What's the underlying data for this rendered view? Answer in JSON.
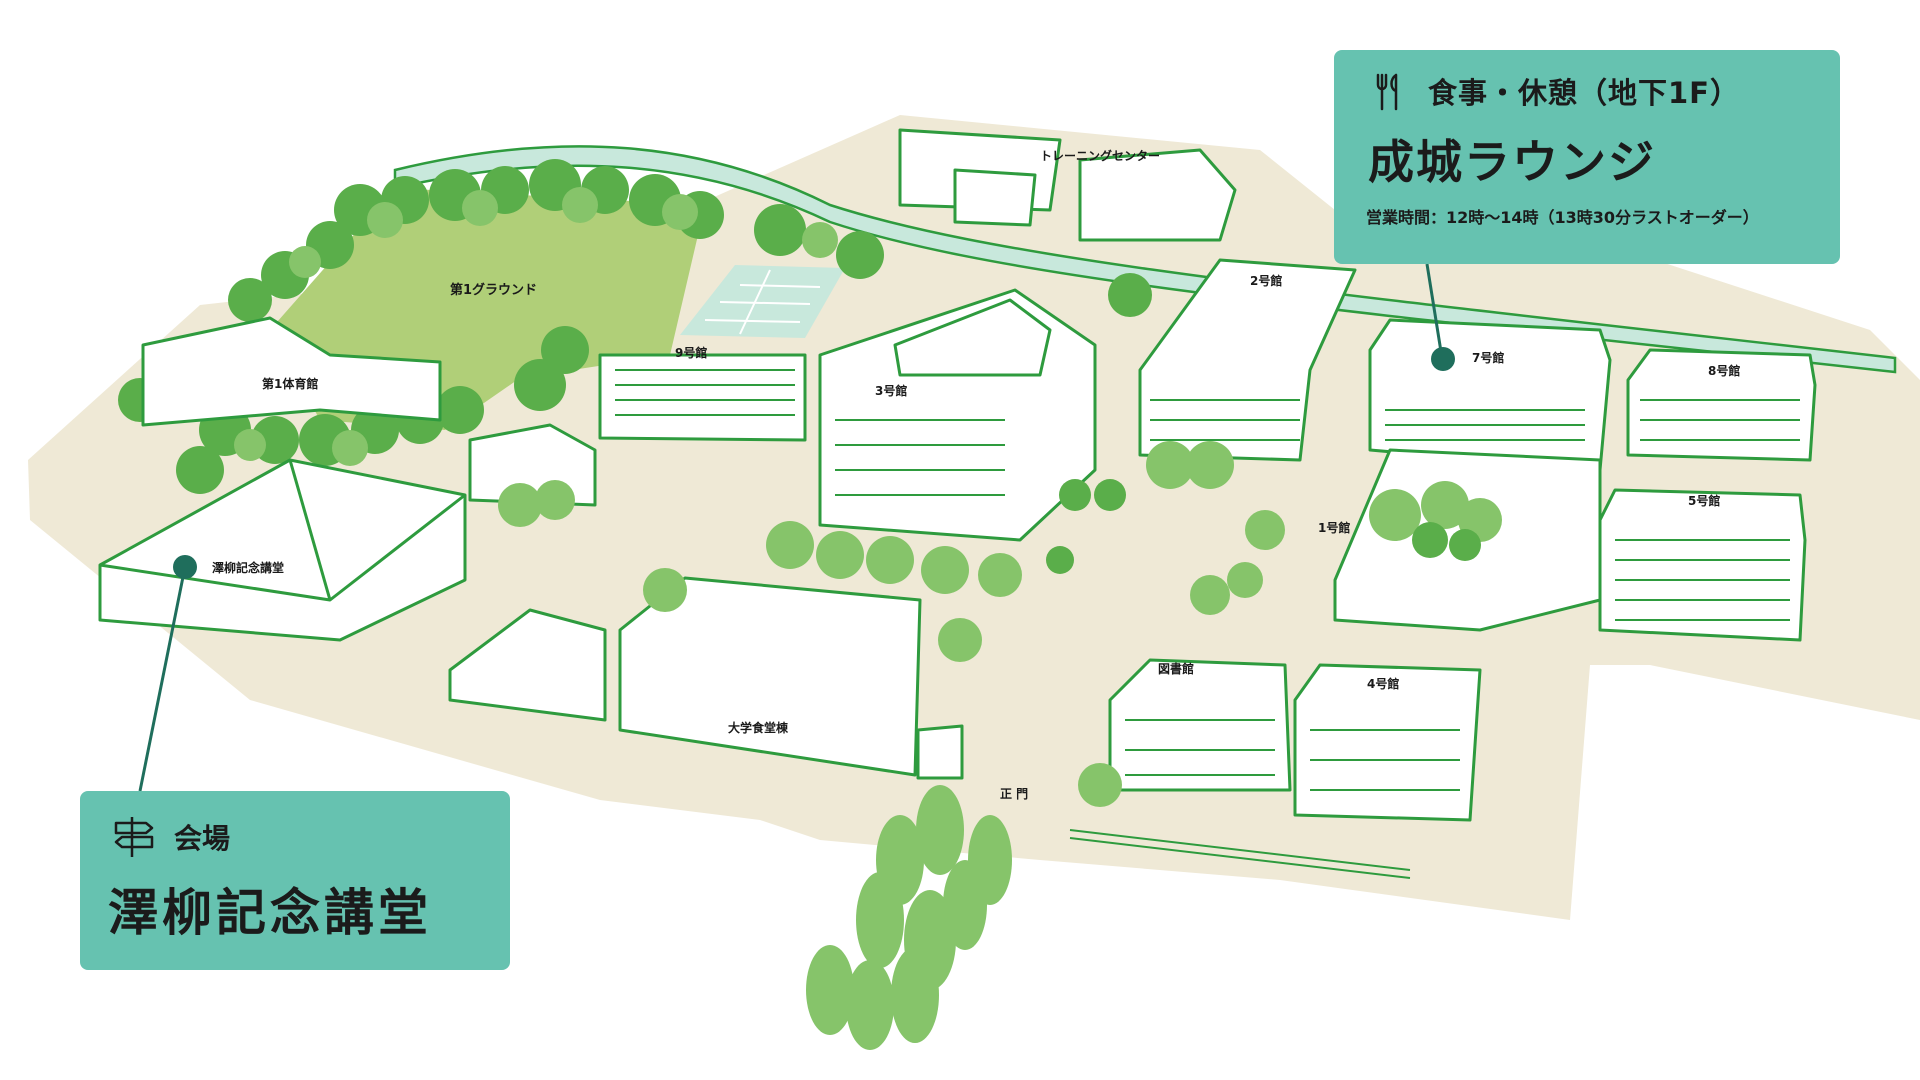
{
  "lounge": {
    "category": "食事・休憩（地下1F）",
    "name": "成城ラウンジ",
    "hours": "営業時間：12時〜14時（13時30分ラストオーダー）",
    "icon": "fork-knife-icon"
  },
  "venue": {
    "category": "会場",
    "name": "澤柳記念講堂",
    "icon": "signpost-icon"
  },
  "labels": {
    "ground": "第1グラウンド",
    "training_center": "トレーニングセンター",
    "gym": "第1体育館",
    "bldg9": "9号館",
    "bldg3": "3号館",
    "bldg2": "2号館",
    "bldg7": "7号館",
    "bldg8": "8号館",
    "bldg5": "5号館",
    "bldg1": "1号館",
    "hall": "澤柳記念講堂",
    "library": "図書館",
    "bldg4": "4号館",
    "cafeteria": "大学食堂棟",
    "main_gate": "正 門"
  },
  "colors": {
    "ground_beige": "#efe9d6",
    "field_green": "#b0cf78",
    "river": "#c8e8dc",
    "building_line": "#2e9b3e",
    "tree_dark": "#5aae4a",
    "tree_light": "#86c46a",
    "callout_teal": "#66c2b0",
    "pin": "#1f6e5c"
  }
}
